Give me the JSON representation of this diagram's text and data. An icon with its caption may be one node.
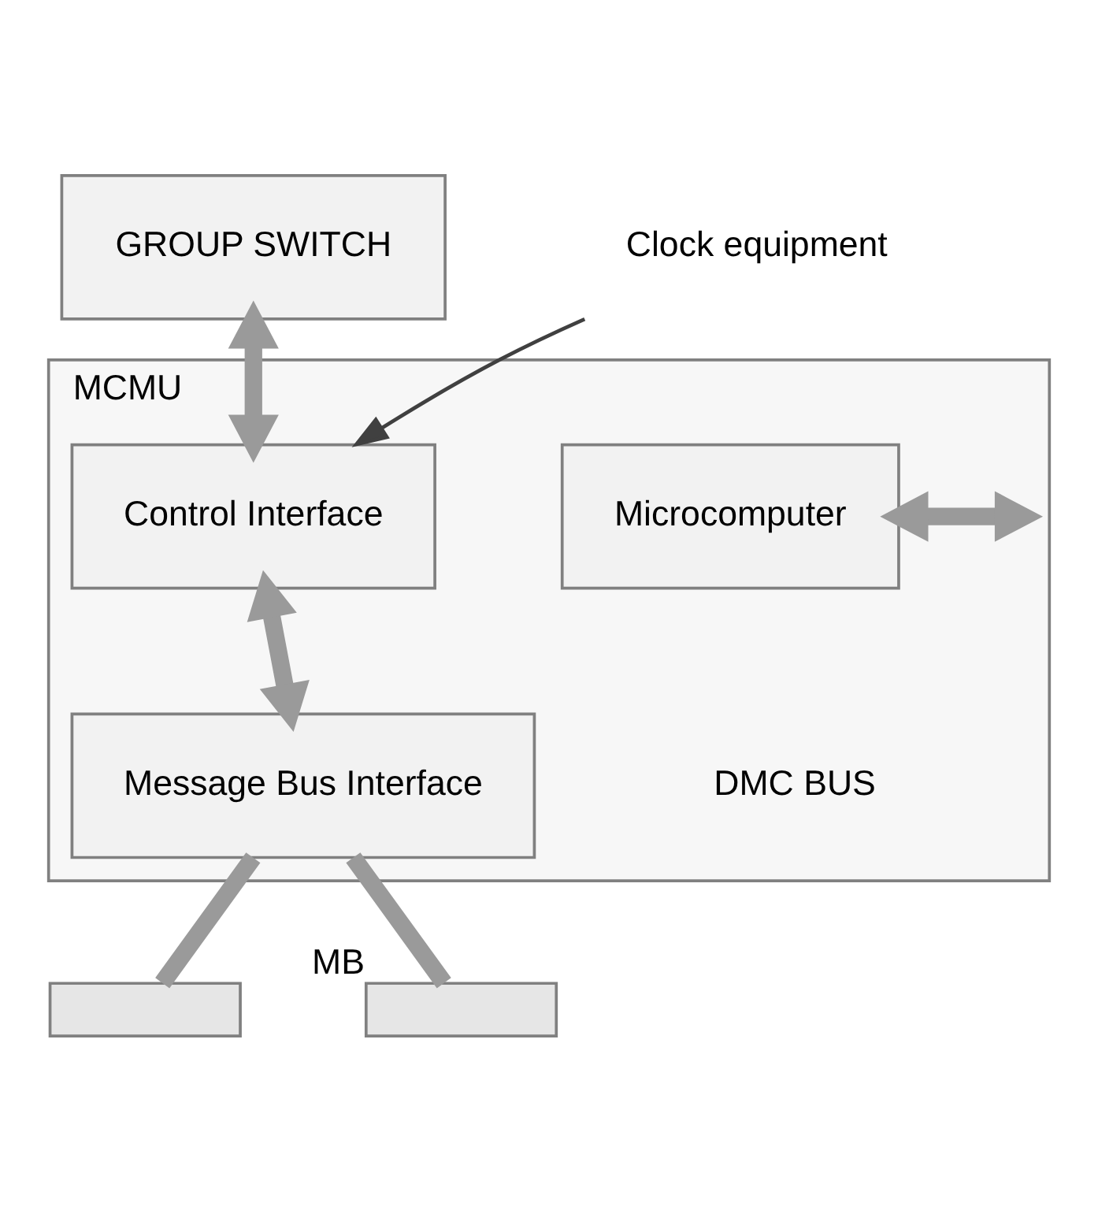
{
  "diagram": {
    "nodes": [
      {
        "text": [
          "GROUP SWITCH"
        ]
      },
      {
        "text": [
          "MCMU"
        ]
      },
      {
        "text": [
          "Control Interface"
        ],
        "in": 1
      },
      {
        "text": [
          "Microcomputer"
        ],
        "in": 1
      },
      {
        "text": [
          "Message Bus Interface"
        ],
        "in": 1
      },
      {
        "text": [
          "Clock equipment"
        ]
      },
      {
        "text": [],
        "shape": "bar"
      },
      {
        "text": [],
        "shape": "bar",
        "beside": [
          "MB"
        ]
      }
    ],
    "edges": [
      {
        "from": 0,
        "to": 2,
        "arrow": "both"
      },
      {
        "from": 5,
        "to": 2,
        "arrow": "to",
        "color": "#404040"
      },
      {
        "from": 2,
        "to": 4,
        "arrow": "both"
      },
      {
        "from": 3,
        "to": null,
        "arrow": "both"
      },
      {
        "from": 4,
        "to": 6,
        "arrow": "none"
      },
      {
        "from": 4,
        "to": 7,
        "arrow": "none"
      }
    ],
    "labels": [
      "DMC BUS"
    ]
  }
}
